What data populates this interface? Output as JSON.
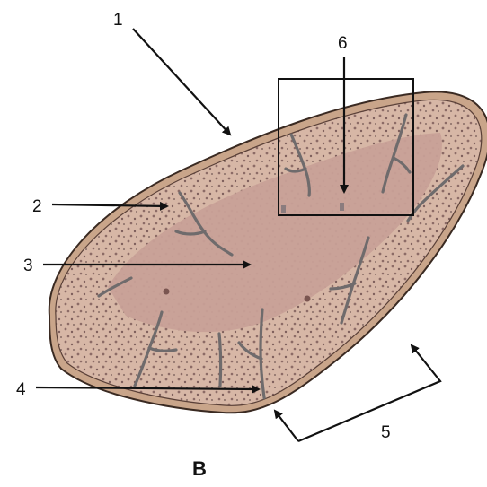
{
  "diagram": {
    "panel_label": "B",
    "callouts": [
      {
        "id": "1",
        "label": "1"
      },
      {
        "id": "2",
        "label": "2"
      },
      {
        "id": "3",
        "label": "3"
      },
      {
        "id": "4",
        "label": "4"
      },
      {
        "id": "5",
        "label": "5"
      },
      {
        "id": "6",
        "label": "6"
      }
    ]
  },
  "colors": {
    "capsule": "#c9a58a",
    "outline": "#3a2a22",
    "cortex": "#d3b09e",
    "medulla": "#c8a097",
    "vessel": "#6f6b6c",
    "arrow": "#111111",
    "box": "#111111",
    "background": "#ffffff"
  }
}
